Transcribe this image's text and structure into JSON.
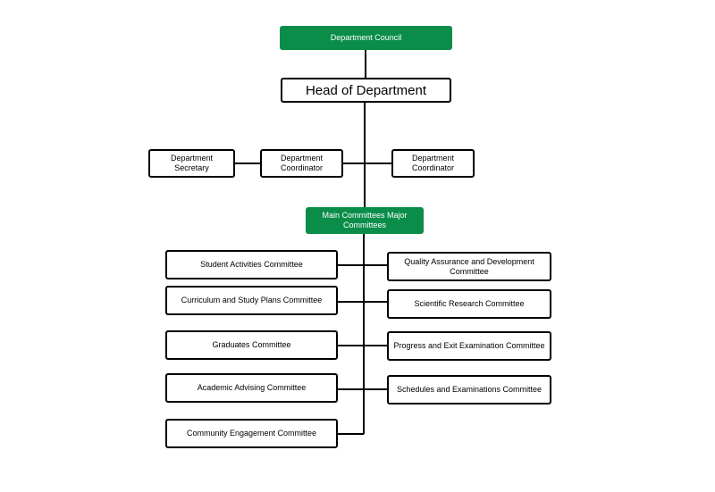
{
  "council": "Department Council",
  "head": "Head of Department",
  "secretary": "Department Secretary",
  "coordinator_left": "Department Coordinator",
  "coordinator_right": "Department Coordinator",
  "main_committees": "Main Committees Major Committees",
  "committees_left": [
    "Student Activities Committee",
    "Curriculum and Study Plans Committee",
    "Graduates Committee",
    "Academic Advising Committee",
    "Community Engagement Committee"
  ],
  "committees_right": [
    "Quality Assurance and Development Committee",
    "Scientific Research Committee",
    "Progress and Exit Examination Committee",
    "Schedules and Examinations Committee"
  ],
  "colors": {
    "accent": "#0b8d4a",
    "line": "#000000"
  }
}
